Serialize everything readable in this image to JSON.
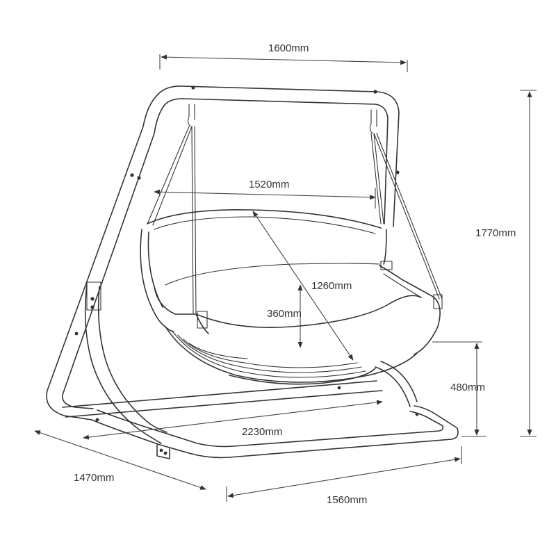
{
  "colors": {
    "line": "#333333",
    "background": "#ffffff"
  },
  "dimensions": {
    "top_width": "1600mm",
    "seat_width": "1520mm",
    "height_total": "1770mm",
    "seat_diagonal": "1260mm",
    "seat_depth": "360mm",
    "seat_height": "480mm",
    "base_length": "2230mm",
    "base_depth": "1470mm",
    "base_width": "1560mm"
  }
}
